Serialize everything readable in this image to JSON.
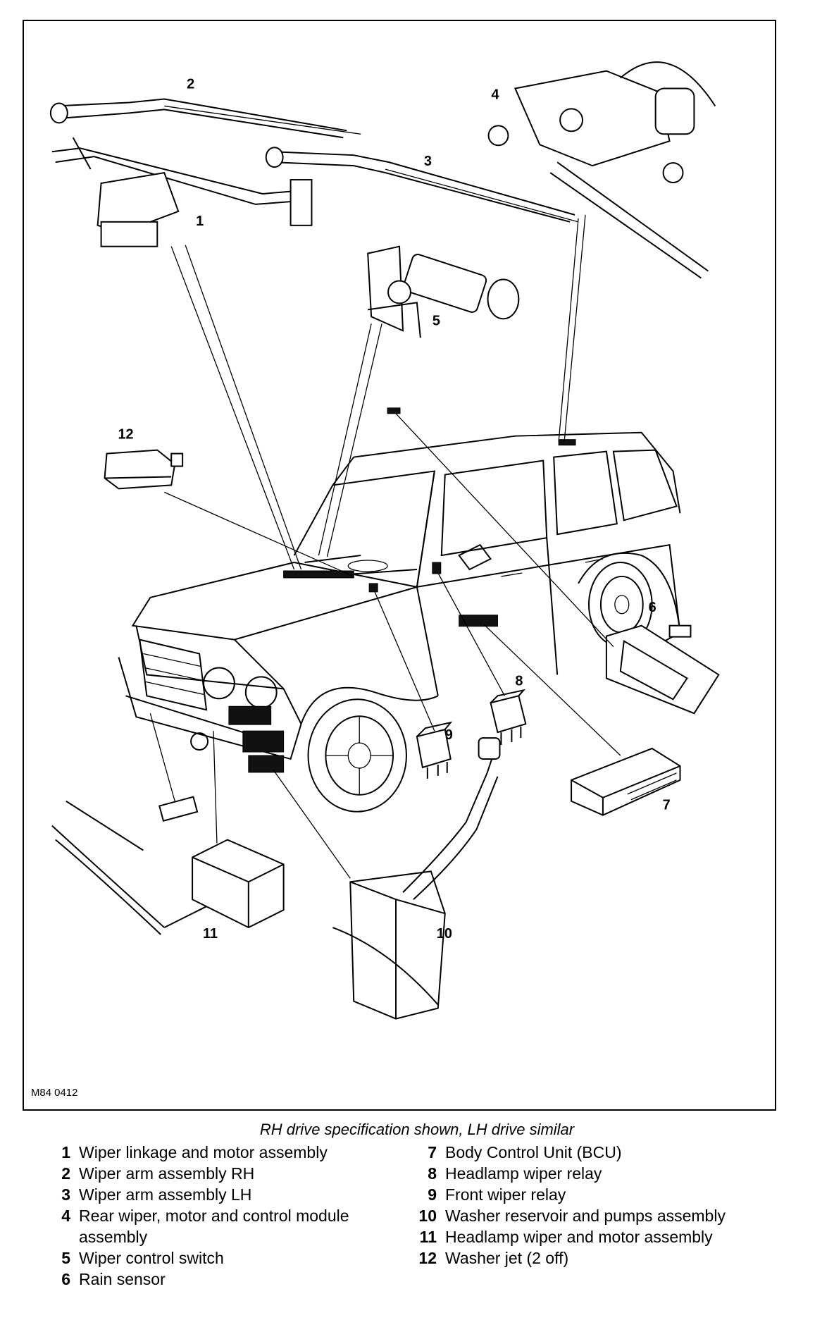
{
  "figure": {
    "id": "M84 0412",
    "callouts": [
      "1",
      "2",
      "3",
      "4",
      "5",
      "6",
      "7",
      "8",
      "9",
      "10",
      "11",
      "12"
    ]
  },
  "caption": "RH drive specification shown, LH drive similar",
  "legend_left": [
    {
      "num": "1",
      "text": "Wiper linkage and motor assembly"
    },
    {
      "num": "2",
      "text": "Wiper arm assembly RH"
    },
    {
      "num": "3",
      "text": "Wiper arm assembly LH"
    },
    {
      "num": "4",
      "text": "Rear wiper, motor and control module assembly"
    },
    {
      "num": "5",
      "text": "Wiper control switch"
    },
    {
      "num": "6",
      "text": "Rain sensor"
    }
  ],
  "legend_right": [
    {
      "num": "7",
      "text": "Body Control Unit (BCU)"
    },
    {
      "num": "8",
      "text": "Headlamp wiper relay"
    },
    {
      "num": "9",
      "text": "Front wiper relay"
    },
    {
      "num": "10",
      "text": "Washer reservoir and pumps assembly"
    },
    {
      "num": "11",
      "text": "Headlamp wiper and motor assembly"
    },
    {
      "num": "12",
      "text": "Washer jet (2 off)"
    }
  ]
}
